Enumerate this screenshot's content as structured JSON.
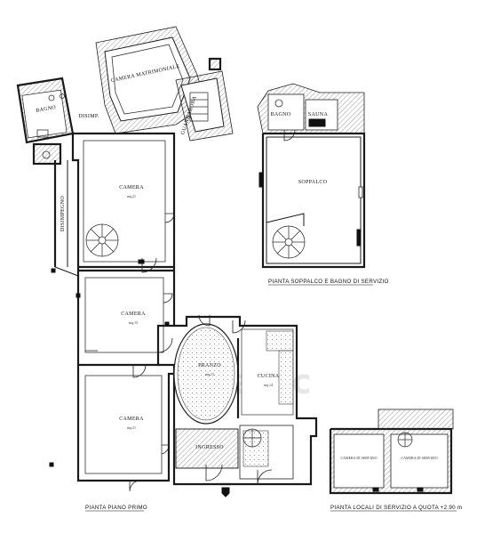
{
  "floorplan": {
    "rooms": {
      "camera_matrimoniale": "CAMERA MATRIMONIALE",
      "bagno": "BAGNO",
      "disimp_top": "DISIMP.",
      "guardaroba": "GUARDAROBA",
      "disimpegno": "DISIMPEGNO",
      "camera_1": "CAMERA",
      "camera_1_area": "mq.21",
      "camera_2": "CAMERA",
      "camera_2_area": "mq.15",
      "camera_3": "CAMERA",
      "camera_3_area": "mq.21",
      "pranzo": "PRANZO",
      "pranzo_area": "mq.13",
      "cucina": "CUCINA",
      "cucina_area": "mq.14",
      "ingresso": "INGRESSO",
      "soppalco_bagno": "BAGNO",
      "sauna": "SAUNA",
      "soppalco": "SOPPALCO",
      "camera_servizio_1": "CAMERA DI SERVIZIO",
      "camera_servizio_2": "CAMERA DI SERVIZIO"
    },
    "captions": {
      "piano_primo": "PIANTA PIANO PRIMO",
      "soppalco": "PIANTA SOPPALCO E BAGNO DI SERVIZIO",
      "locali_servizio": "PIANTA LOCALI DI SERVIZIO A QUOTA +2.90 m"
    }
  }
}
